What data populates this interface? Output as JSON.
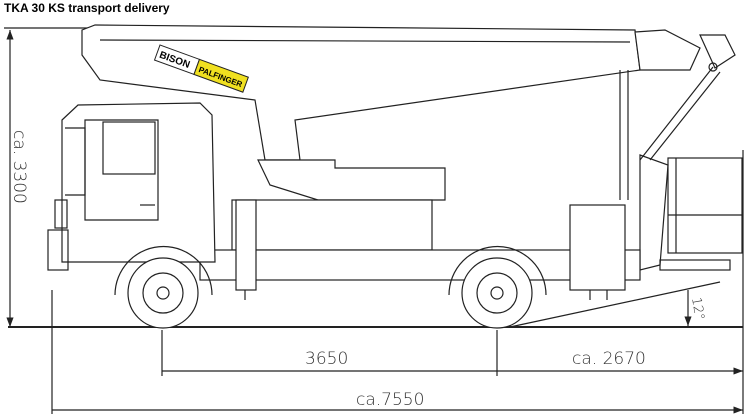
{
  "title": "TKA 30 KS transport delivery",
  "logo_text": {
    "left": "BISON",
    "right": "PALFINGER"
  },
  "dimensions": {
    "height": "ca. 3300",
    "wheelbase": "3650",
    "rear_overhang": "ca. 2670",
    "total_length": "ca.7550",
    "angle": "12°"
  },
  "colors": {
    "line": "#222222",
    "logo_yellow": "#f0e020"
  }
}
